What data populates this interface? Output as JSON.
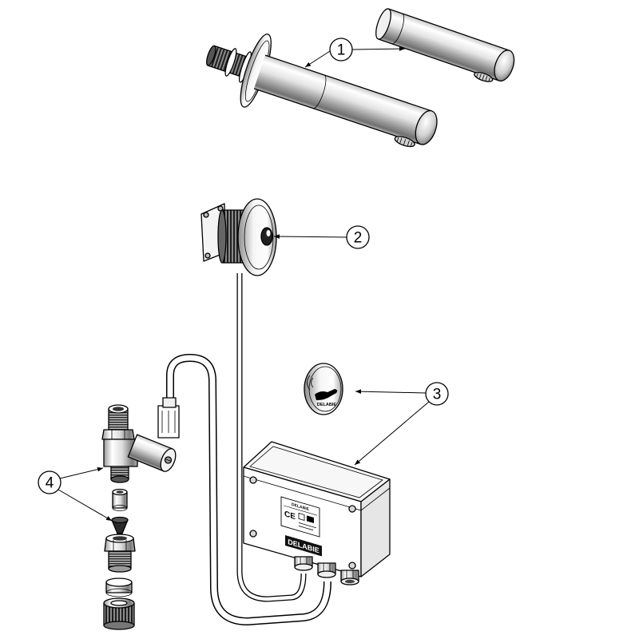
{
  "callouts": [
    {
      "label": "1"
    },
    {
      "label": "2"
    },
    {
      "label": "3"
    },
    {
      "label": "4"
    }
  ],
  "logos": {
    "box": "DELABIE",
    "box_label_brand": "DELABIE",
    "box_label_mark": "CE",
    "plate": "DELABIE"
  },
  "colors": {
    "line": "#000000",
    "chrome_light": "#ffffff",
    "chrome_dark": "#8a8a8a",
    "background": "#ffffff"
  }
}
